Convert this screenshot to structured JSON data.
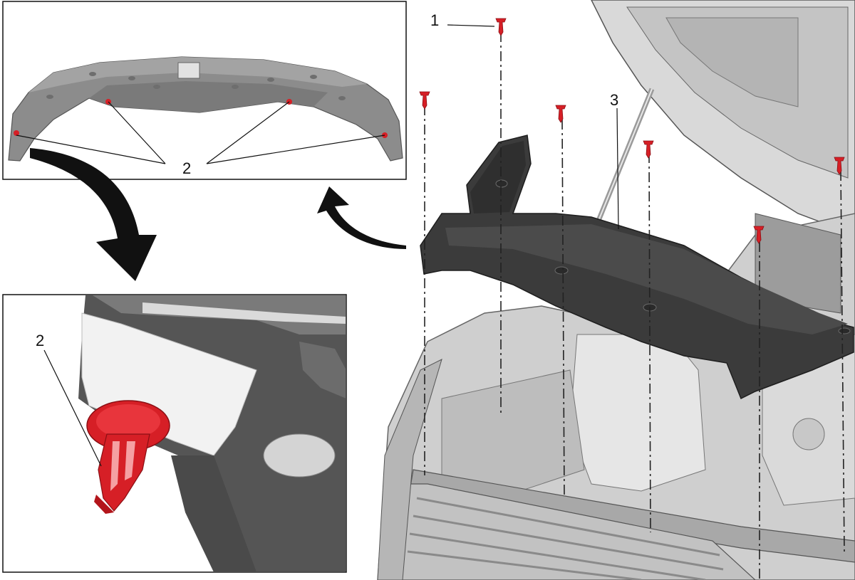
{
  "callouts": {
    "fastener": "1",
    "clip_inset_top": "2",
    "cover_panel": "3",
    "clip_inset_detail": "2"
  },
  "colors": {
    "panel_dark": "#3a3a3a",
    "panel_mid": "#5a5a5a",
    "panel_light": "#8c8c8c",
    "engine_bay": "#cfcfcf",
    "clip_red": "#d61f26",
    "outline": "#111111",
    "arrow": "#111111"
  },
  "icons": {
    "fastener": "push-pin-clip-icon",
    "removal_arrow": "curved-arrow-icon"
  }
}
